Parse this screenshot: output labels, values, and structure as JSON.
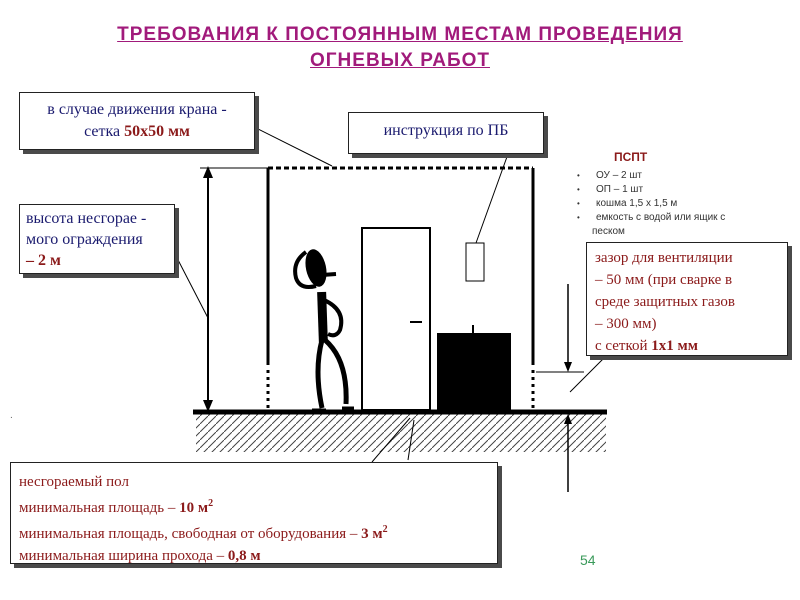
{
  "title": {
    "line1": "ТРЕБОВАНИЯ  К  ПОСТОЯННЫМ  МЕСТАМ  ПРОВЕДЕНИЯ",
    "line2": "ОГНЕВЫХ  РАБОТ",
    "color": "#a11a7b"
  },
  "crane_note": {
    "line1": "в случае движения крана -",
    "line2_prefix": "сетка ",
    "line2_highlight": "50х50 мм"
  },
  "instruction_label": "инструкция по ПБ",
  "pspt": {
    "heading": "ПСПТ",
    "items": [
      "ОУ – 2 шт",
      "ОП – 1 шт",
      "кошма 1,5 х 1,5 м",
      "емкость с водой или ящик с",
      "песком"
    ]
  },
  "height_note": {
    "line1": "высота несгорае -",
    "line2": "мого ограждения",
    "line3": "– 2 м"
  },
  "gap_note": {
    "line1": "зазор для вентиляции",
    "line2": "– 50  мм (при сварке в",
    "line3": "среде защитных газов",
    "line4": "– 300 мм)",
    "line5_prefix": "с сеткой ",
    "line5_highlight": "1х1 мм"
  },
  "floor_note": {
    "line1": "несгораемый пол",
    "line2_prefix": "минимальная площадь – ",
    "line2_value": "10 м",
    "line2_sup": "2",
    "line3_prefix": "минимальная площадь, свободная от оборудования  – ",
    "line3_value": "3 м",
    "line3_sup": "2",
    "line4_prefix": "минимальная ширина прохода  – ",
    "line4_value": "0,8 м"
  },
  "page_number": "54",
  "colors": {
    "text_blue": "#1a1a6e",
    "highlight_red": "#8b1a1a",
    "page_number": "#3a9a5a"
  }
}
